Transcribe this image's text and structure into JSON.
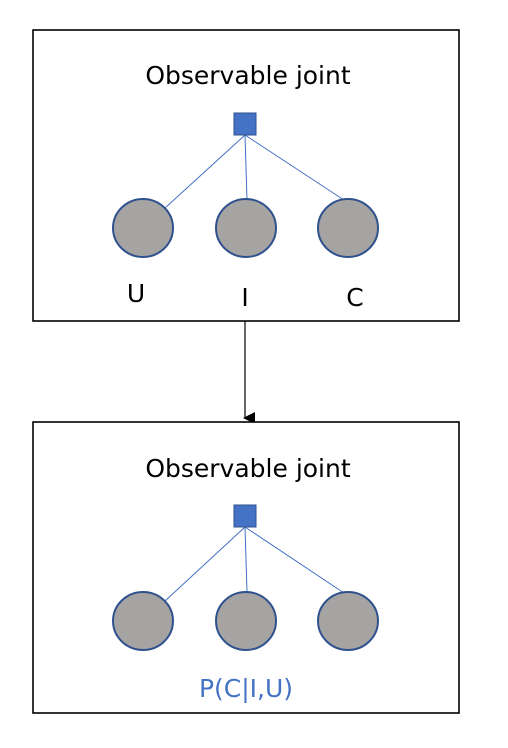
{
  "colors": {
    "joint_square_fill": "#4472c4",
    "joint_square_stroke": "#2f528f",
    "edge": "#4472c4",
    "node_fill": "#a6a3a3",
    "node_stroke": "#2f528f",
    "arrow": "#000000",
    "formula": "#4472c4"
  },
  "top_panel": {
    "title": "Observable joint",
    "nodes": [
      {
        "label": "U"
      },
      {
        "label": "I"
      },
      {
        "label": "C"
      }
    ]
  },
  "bottom_panel": {
    "title": "Observable joint",
    "formula": "P(C|I,U)"
  }
}
